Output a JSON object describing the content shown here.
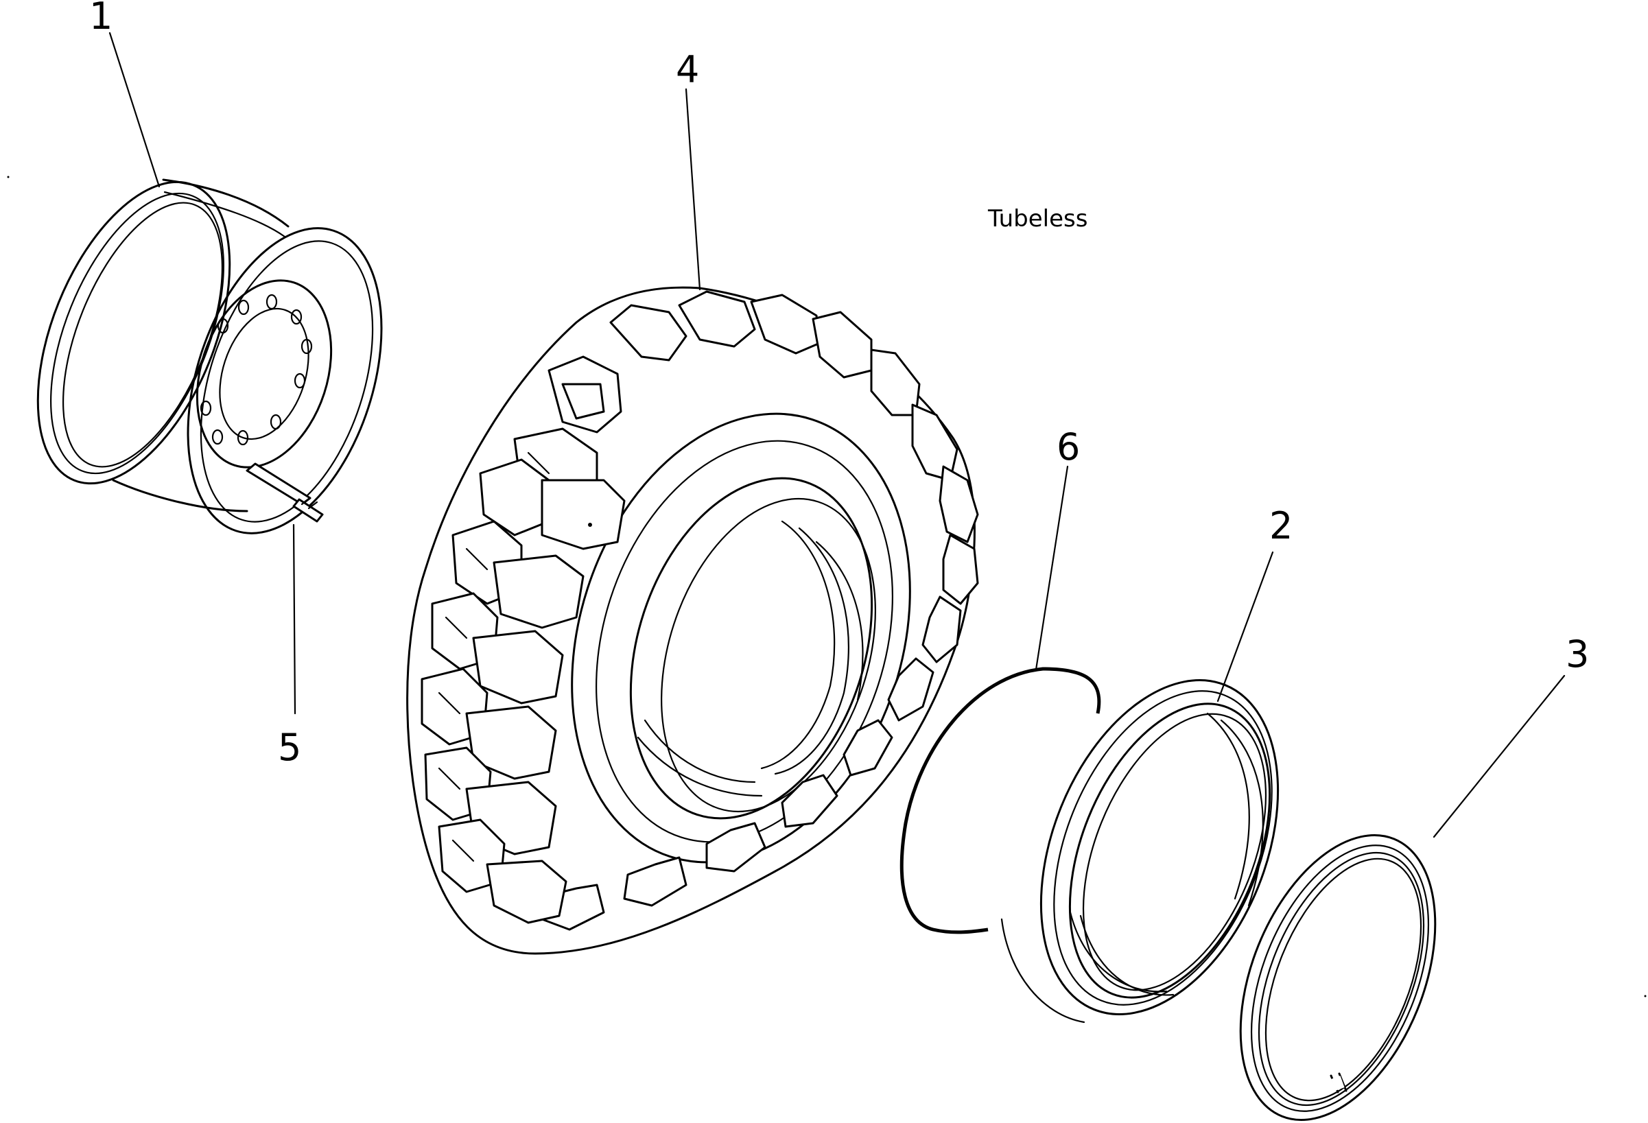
{
  "note": "Tubeless",
  "callouts": {
    "wheel_rim": "1",
    "side_ring": "2",
    "lock_ring": "3",
    "tire": "4",
    "valve": "5",
    "o_ring": "6"
  },
  "colors": {
    "background": "#ffffff",
    "ink": "#000000"
  }
}
